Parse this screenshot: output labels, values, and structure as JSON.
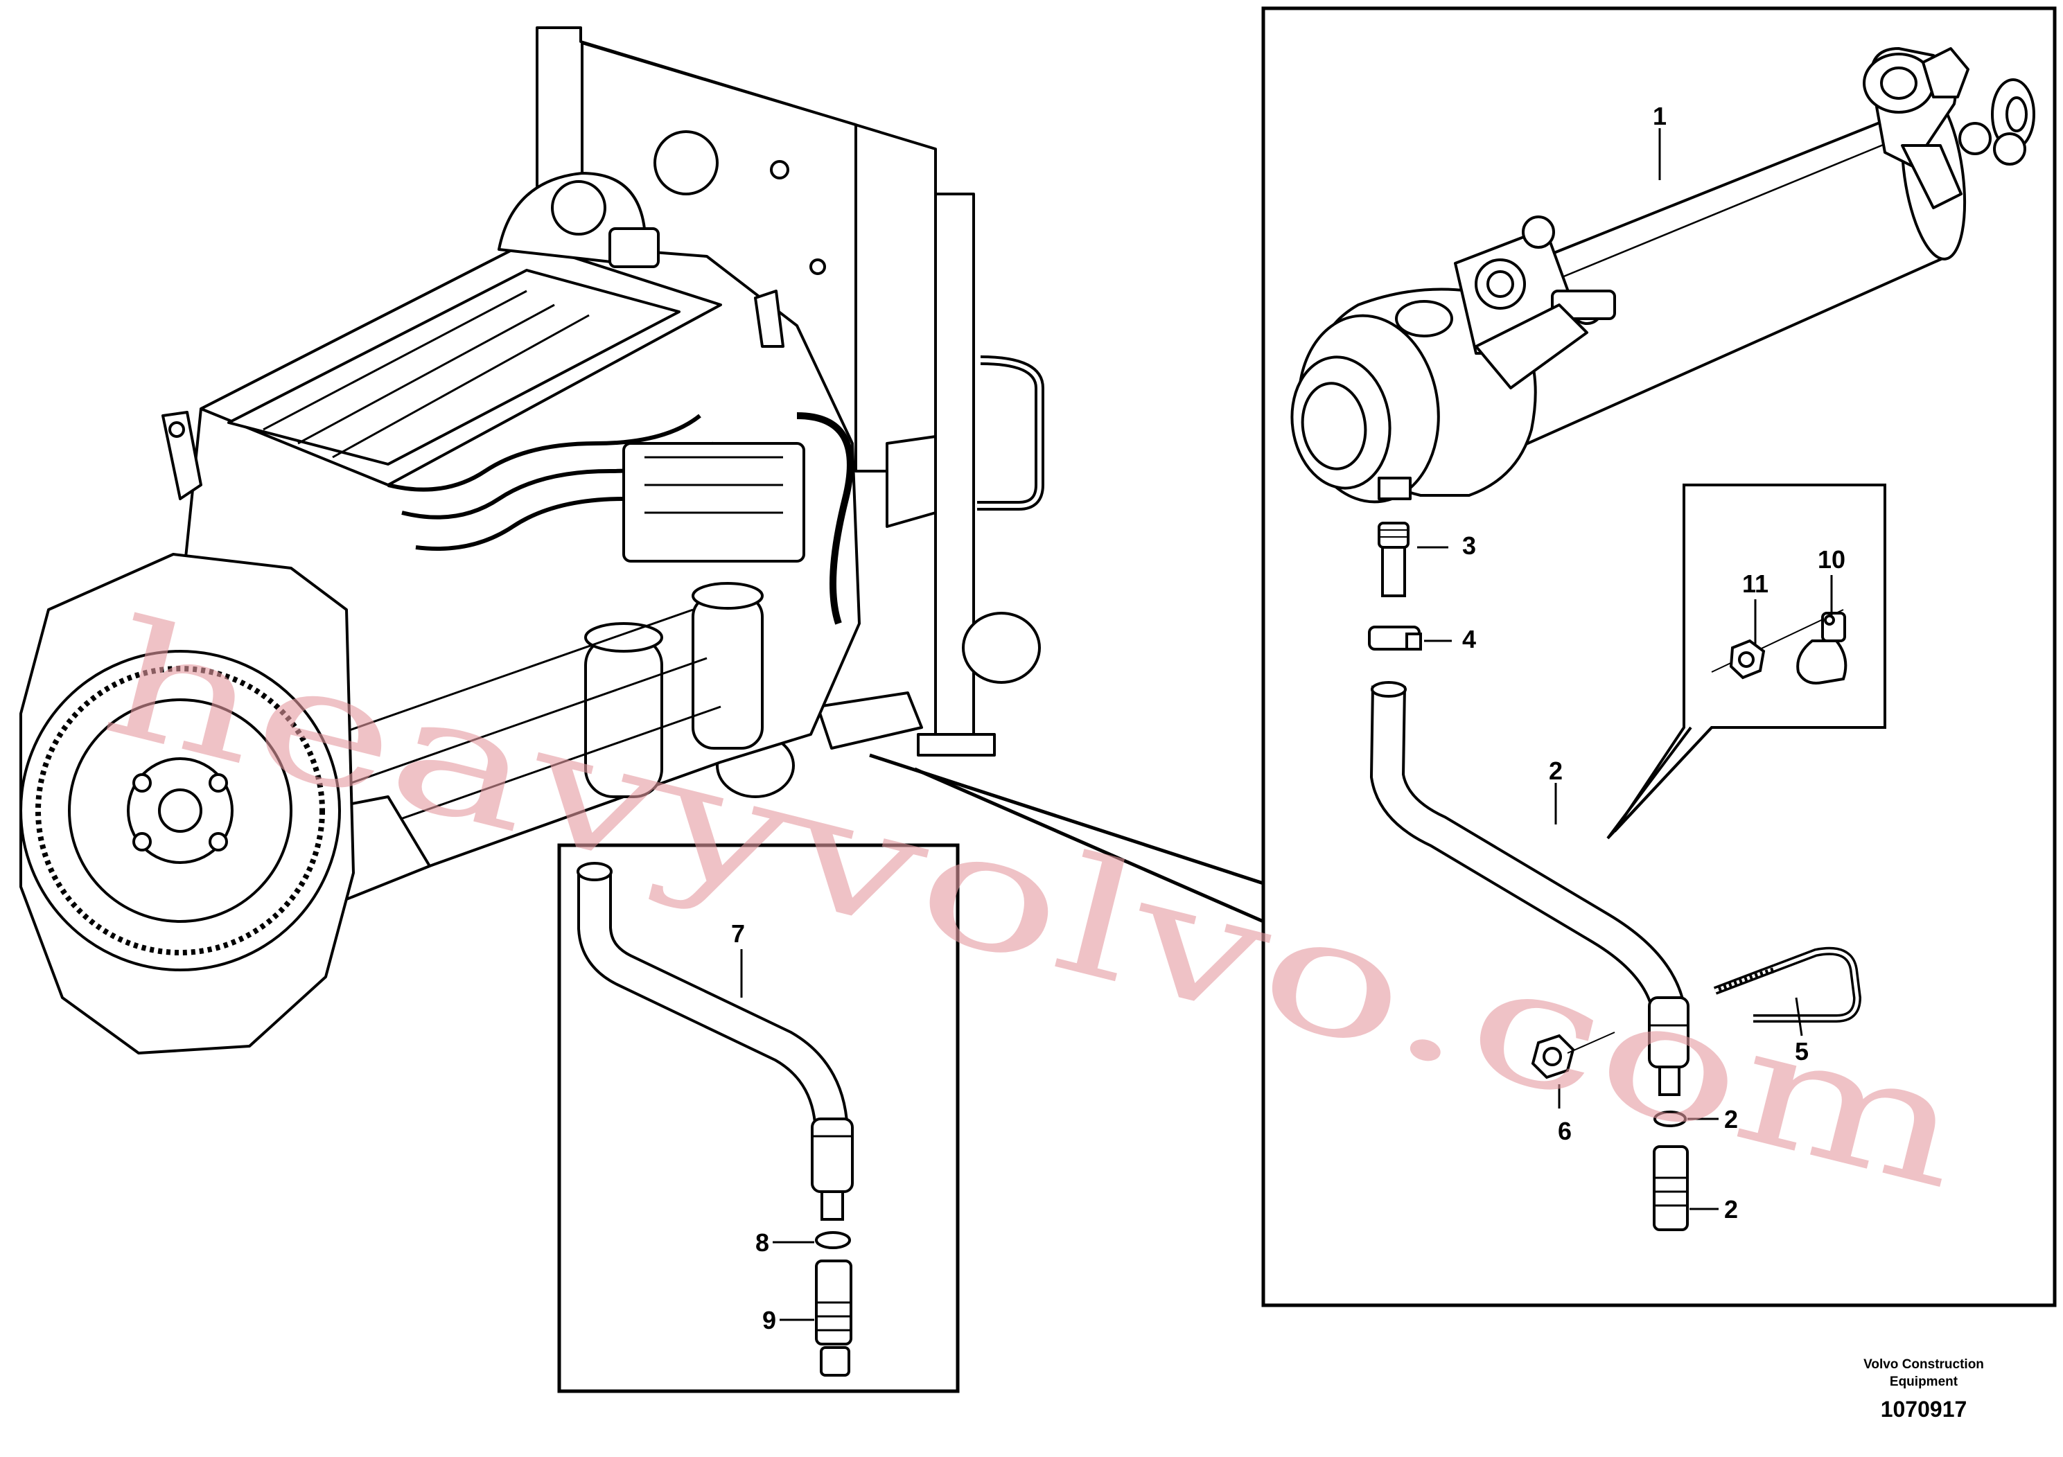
{
  "callouts": {
    "c1": "1",
    "c2a": "2",
    "c2b": "2",
    "c2c": "2",
    "c3": "3",
    "c4": "4",
    "c5": "5",
    "c6": "6",
    "c7": "7",
    "c8": "8",
    "c9": "9",
    "c10": "10",
    "c11": "11"
  },
  "footer": {
    "company_line1": "Volvo Construction",
    "company_line2": "Equipment",
    "document_number": "1070917"
  },
  "watermark": {
    "text": "heavyvolvo.com",
    "color": "#e49aa0"
  }
}
